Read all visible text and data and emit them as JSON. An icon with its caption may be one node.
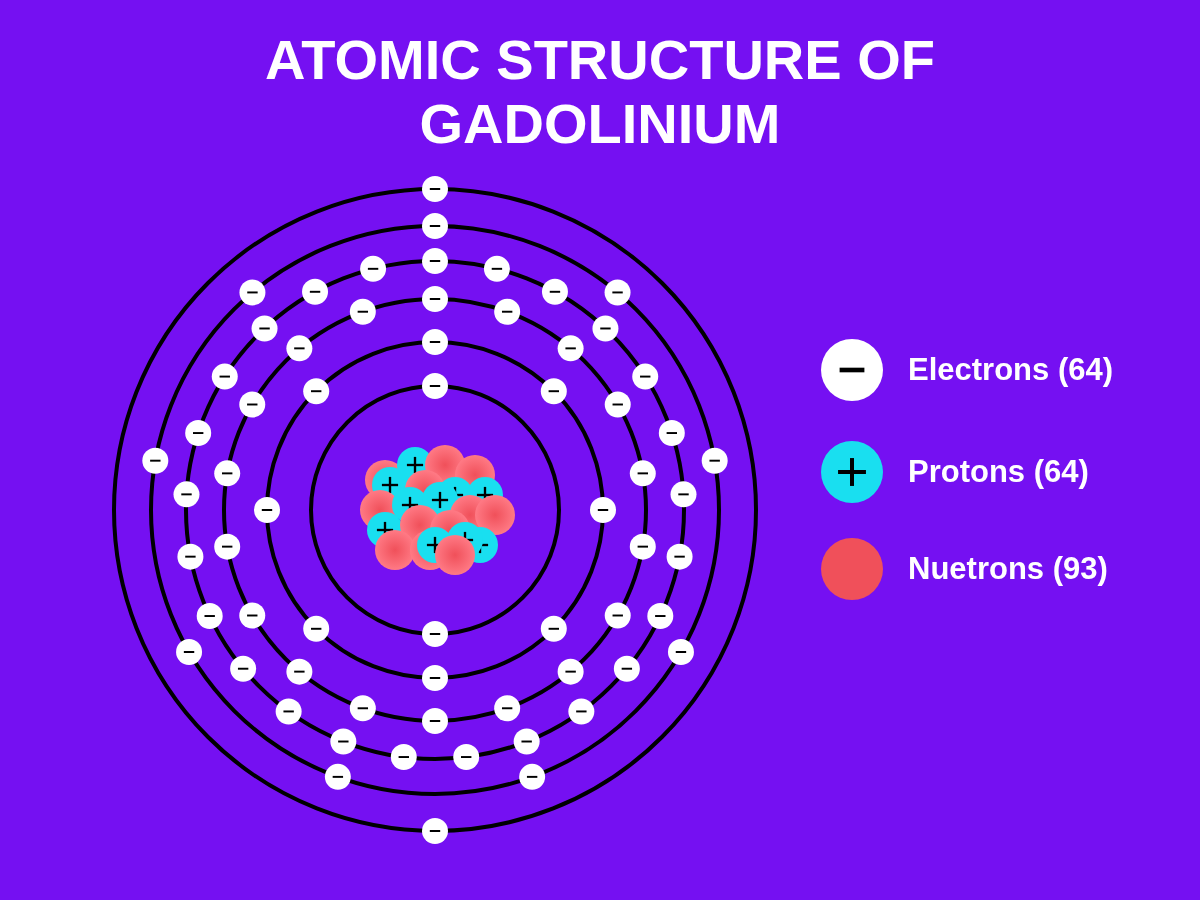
{
  "diagram": {
    "title": "ATOMIC STRUCTURE OF GADOLINIUM",
    "legend": [
      {
        "text": "Electrons (64)",
        "color": "#ffffff"
      },
      {
        "text": "Protons (64)",
        "color": "#19dff0"
      },
      {
        "text": "Nuetrons (93)",
        "color": "#f0505a"
      }
    ]
  }
}
